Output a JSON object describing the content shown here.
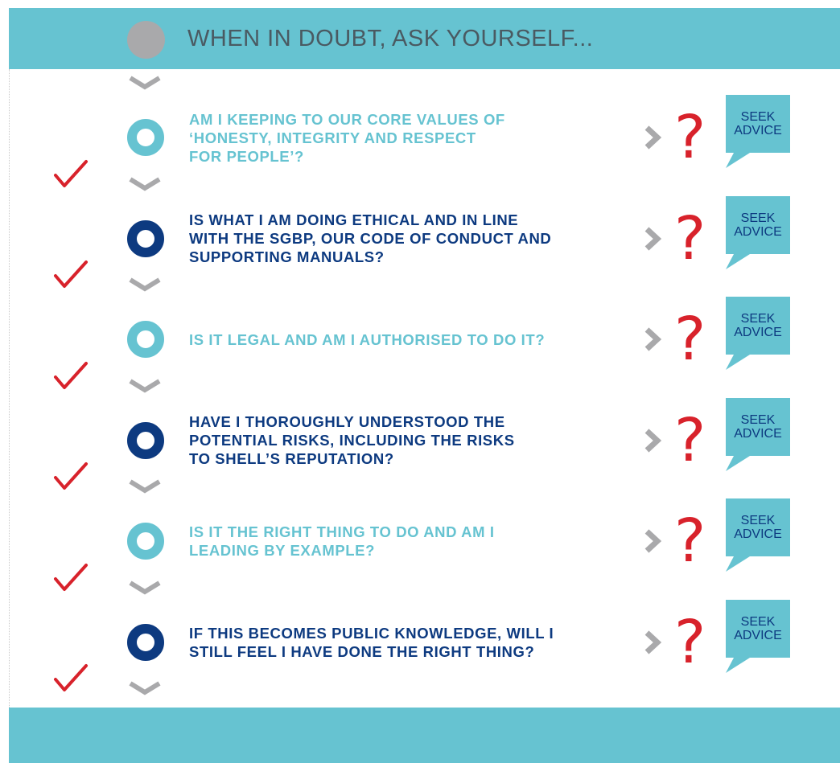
{
  "header": {
    "title": "WHEN IN DOUBT, ASK YOURSELF..."
  },
  "steps": [
    {
      "question": [
        "AM I KEEPING TO OUR CORE VALUES OF",
        "‘HONESTY, INTEGRITY AND RESPECT",
        "FOR PEOPLE’?"
      ],
      "advice_line1": "SEEK",
      "advice_line2": "ADVICE",
      "style": "light"
    },
    {
      "question": [
        "IS WHAT I AM DOING ETHICAL AND IN LINE",
        "WITH THE SGBP, OUR CODE OF CONDUCT AND",
        "SUPPORTING MANUALS?"
      ],
      "advice_line1": "SEEK",
      "advice_line2": "ADVICE",
      "style": "dark"
    },
    {
      "question": [
        "IS IT LEGAL AND AM I AUTHORISED TO DO IT?"
      ],
      "advice_line1": "SEEK",
      "advice_line2": "ADVICE",
      "style": "light"
    },
    {
      "question": [
        "HAVE I THOROUGHLY UNDERSTOOD THE",
        "POTENTIAL RISKS, INCLUDING THE RISKS",
        "TO SHELL’S REPUTATION?"
      ],
      "advice_line1": "SEEK",
      "advice_line2": "ADVICE",
      "style": "dark"
    },
    {
      "question": [
        "IS IT THE RIGHT THING TO DO AND AM I",
        "LEADING BY EXAMPLE?"
      ],
      "advice_line1": "SEEK",
      "advice_line2": "ADVICE",
      "style": "light"
    },
    {
      "question": [
        "IF THIS BECOMES PUBLIC KNOWLEDGE, WILL I",
        "STILL FEEL I HAVE DONE THE RIGHT THING?"
      ],
      "advice_line1": "SEEK",
      "advice_line2": "ADVICE",
      "style": "dark"
    }
  ],
  "colors": {
    "accent_light": "#66c3d1",
    "accent_dark": "#0d3a80",
    "question_mark": "#d8222b",
    "check": "#d8222b",
    "arrow": "#a9a9ab"
  },
  "icons": {
    "chevron": "chevron-down-icon",
    "check": "checkmark-icon",
    "arrow": "chevron-right-icon",
    "question": "question-mark-icon",
    "advice": "speech-bubble-icon"
  }
}
